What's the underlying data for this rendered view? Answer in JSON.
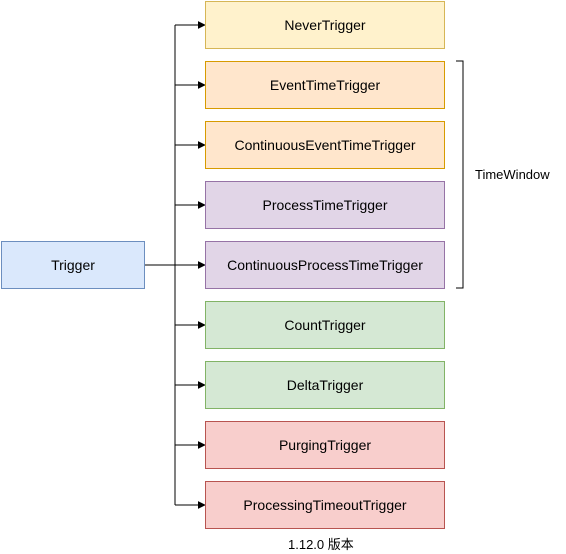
{
  "root": {
    "label": "Trigger",
    "fill": "#dae8fc",
    "stroke": "#6c8ebf"
  },
  "children": [
    {
      "label": "NeverTrigger",
      "fill": "#fff2cc",
      "stroke": "#d6b656"
    },
    {
      "label": "EventTimeTrigger",
      "fill": "#ffe6cc",
      "stroke": "#d79b00"
    },
    {
      "label": "ContinuousEventTimeTrigger",
      "fill": "#ffe6cc",
      "stroke": "#d79b00"
    },
    {
      "label": "ProcessTimeTrigger",
      "fill": "#e1d5e7",
      "stroke": "#9673a6"
    },
    {
      "label": "ContinuousProcessTimeTrigger",
      "fill": "#e1d5e7",
      "stroke": "#9673a6"
    },
    {
      "label": "CountTrigger",
      "fill": "#d5e8d4",
      "stroke": "#82b366"
    },
    {
      "label": "DeltaTrigger",
      "fill": "#d5e8d4",
      "stroke": "#82b366"
    },
    {
      "label": "PurgingTrigger",
      "fill": "#f8cecc",
      "stroke": "#b85450"
    },
    {
      "label": "ProcessingTimeoutTrigger",
      "fill": "#f8cecc",
      "stroke": "#b85450"
    }
  ],
  "group_label": "TimeWindow",
  "footer": "1.12.0 版本",
  "line_color": "#000000"
}
